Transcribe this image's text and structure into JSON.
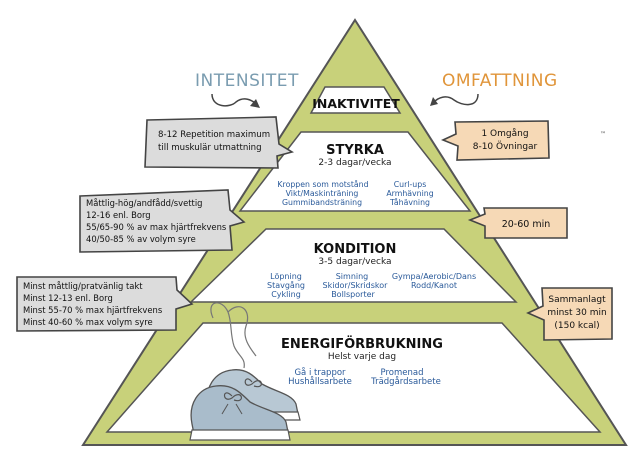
{
  "headings": {
    "left": "INTENSITET",
    "right": "OMFATTNING",
    "left_color": "#7a9cb0",
    "right_color": "#e0953a"
  },
  "colors": {
    "pyramid_fill": "#c8d17a",
    "band_fill": "#ffffff",
    "outline": "#555555",
    "bubble_gray": "#dcdcdc",
    "bubble_orange": "#f6d9b6"
  },
  "levels": {
    "inaktivitet": {
      "title": "INAKTIVITET"
    },
    "styrka": {
      "title": "STYRKA",
      "subtitle": "2-3 dagar/vecka",
      "left_lines": [
        "Kroppen som motstånd",
        "Vikt/Maskinträning",
        "Gummibandsträning"
      ],
      "right_lines": [
        "Curl-ups",
        "Armhävning",
        "Tåhävning"
      ]
    },
    "kondition": {
      "title": "KONDITION",
      "subtitle": "3-5 dagar/vecka",
      "col1": [
        "Löpning",
        "Stavgång",
        "Cykling"
      ],
      "col2": [
        "Simning",
        "Skidor/Skridskor",
        "Bollsporter"
      ],
      "col3": [
        "Gympa/Aerobic/Dans",
        "Rodd/Kanot"
      ]
    },
    "energi": {
      "title": "ENERGIFÖRBRUKNING",
      "subtitle": "Helst varje dag",
      "left_lines": [
        "Gå i trappor",
        "Hushållsarbete"
      ],
      "right_lines": [
        "Promenad",
        "Trädgårdsarbete"
      ]
    }
  },
  "left_bubbles": [
    [
      "8-12 Repetition maximum",
      "till muskulär utmattning"
    ],
    [
      "Måttlig-hög/andfådd/svettig",
      "12-16 enl. Borg",
      "55/65-90 % av max hjärtfrekvens",
      "40/50-85 % av volym syre"
    ],
    [
      "Minst måttlig/pratvänlig takt",
      "Minst 12-13 enl. Borg",
      "Minst 55-70 % max hjärtfrekvens",
      "Minst 40-60 % max volym syre"
    ]
  ],
  "right_bubbles": [
    [
      "1 Omgång",
      "8-10 Övningar"
    ],
    [
      "20-60 min"
    ],
    [
      "Sammanlagt",
      "minst 30 min",
      "(150 kcal)"
    ]
  ],
  "icons": {
    "left_arrow": "curved-arrow-icon",
    "right_arrow": "curved-arrow-icon",
    "sneakers": "sneakers-icon"
  }
}
